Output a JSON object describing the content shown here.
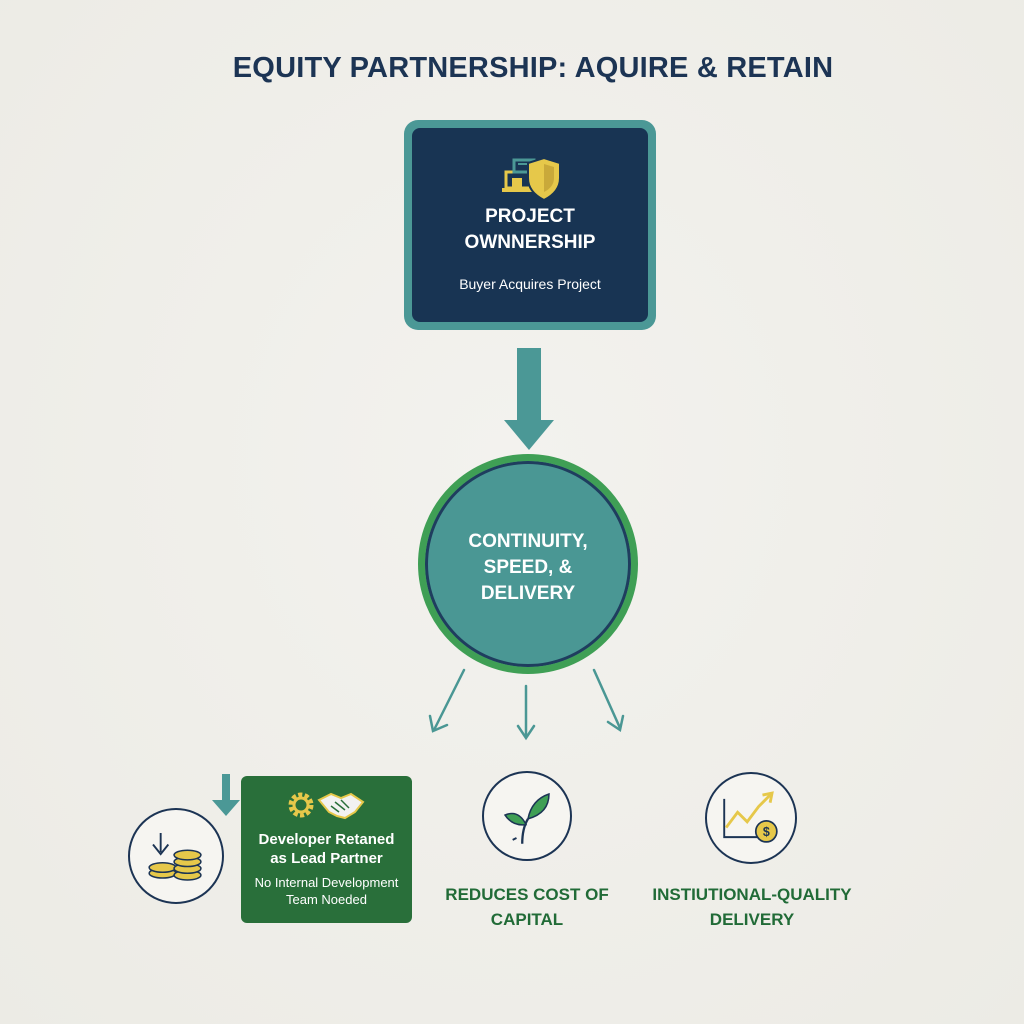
{
  "title": "EQUITY PARTNERSHIP: AQUIRE & RETAIN",
  "top_box": {
    "heading": "PROJECT\nOWNNERSHIP",
    "subtext": "Buyer Acquires Project",
    "icon": "building-shield-icon"
  },
  "center": {
    "text": "CONTINUITY,\nSPEED, &\nDELIVERY"
  },
  "bottom": {
    "developer_box": {
      "title": "Developer Retaned\nas Lead Partner",
      "subtext": "No Internal Development\nTeam Noeded",
      "icons": [
        "gear-icon",
        "handshake-icon"
      ]
    },
    "cost_of_capital": {
      "label": "REDUCES COST OF\nCAPITAL",
      "icon": "sprout-icon"
    },
    "delivery": {
      "label": "INSTIUTIONAL-QUALITY\nDELIVERY",
      "icon": "growth-chart-dollar-icon"
    },
    "coins_icon": "coins-down-arrow-icon"
  },
  "colors": {
    "navy": "#183453",
    "teal": "#4b9896",
    "green": "#3f9f55",
    "dark_green": "#296f3a",
    "gold": "#e6c84a",
    "background": "#efeee9"
  }
}
